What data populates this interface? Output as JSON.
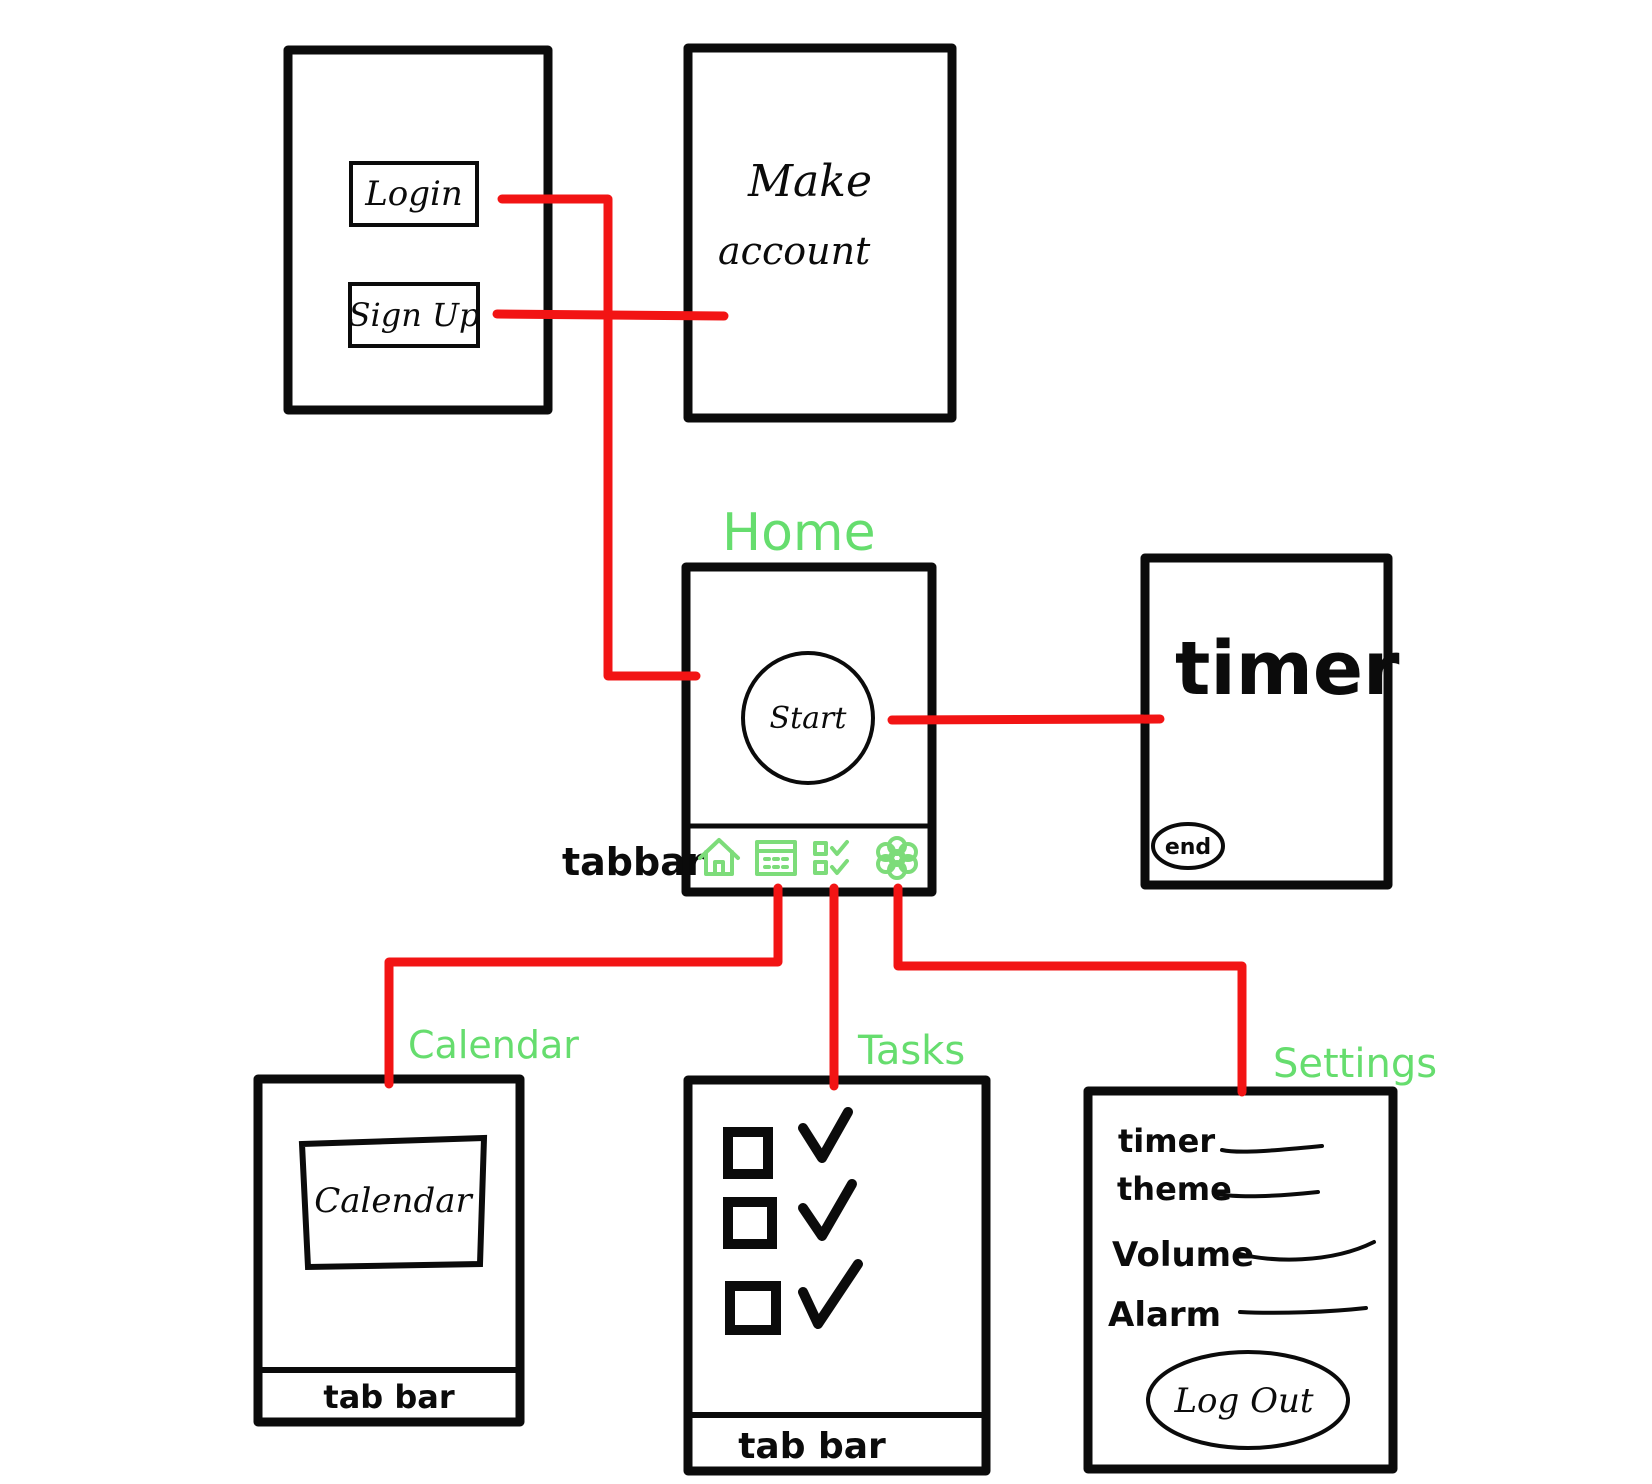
{
  "screens": {
    "login": {
      "login_label": "Login",
      "signup_label": "Sign Up"
    },
    "make_account": {
      "line1": "Make",
      "line2": "account"
    },
    "home": {
      "title": "Home",
      "start_label": "Start",
      "tabbar_label": "tabbar",
      "tabs": [
        "home-icon",
        "calendar-icon",
        "tasks-icon",
        "settings-icon"
      ]
    },
    "timer": {
      "title": "timer",
      "end_label": "end"
    },
    "calendar": {
      "title": "Calendar",
      "box_label": "Calendar",
      "tabbar_label": "tab bar"
    },
    "tasks": {
      "title": "Tasks",
      "tabbar_label": "tab bar",
      "items": 3
    },
    "settings": {
      "title": "Settings",
      "options": [
        "timer",
        "theme",
        "Volume",
        "Alarm"
      ],
      "logout_label": "Log Out"
    }
  },
  "colors": {
    "connector": "#f21414",
    "screen_label": "#66dd6e",
    "outline": "#0b0b0b"
  }
}
